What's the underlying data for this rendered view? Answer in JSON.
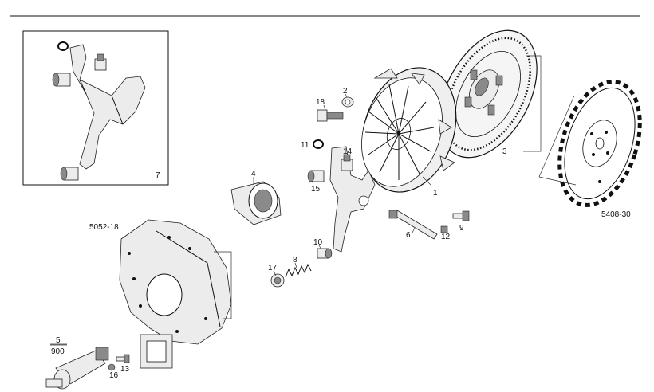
{
  "callouts": {
    "c1": "1",
    "c2": "2",
    "c3": "3",
    "c4": "4",
    "c5": "5",
    "c5_sub": "900",
    "c6": "6",
    "c7": "7",
    "c8": "8",
    "c9": "9",
    "c10": "10",
    "c11": "11",
    "c12": "12",
    "c13": "13",
    "c14": "14",
    "c15": "15",
    "c16": "16",
    "c17": "17",
    "c18": "18",
    "housing": "5052-18",
    "flywheel": "5408-30"
  }
}
